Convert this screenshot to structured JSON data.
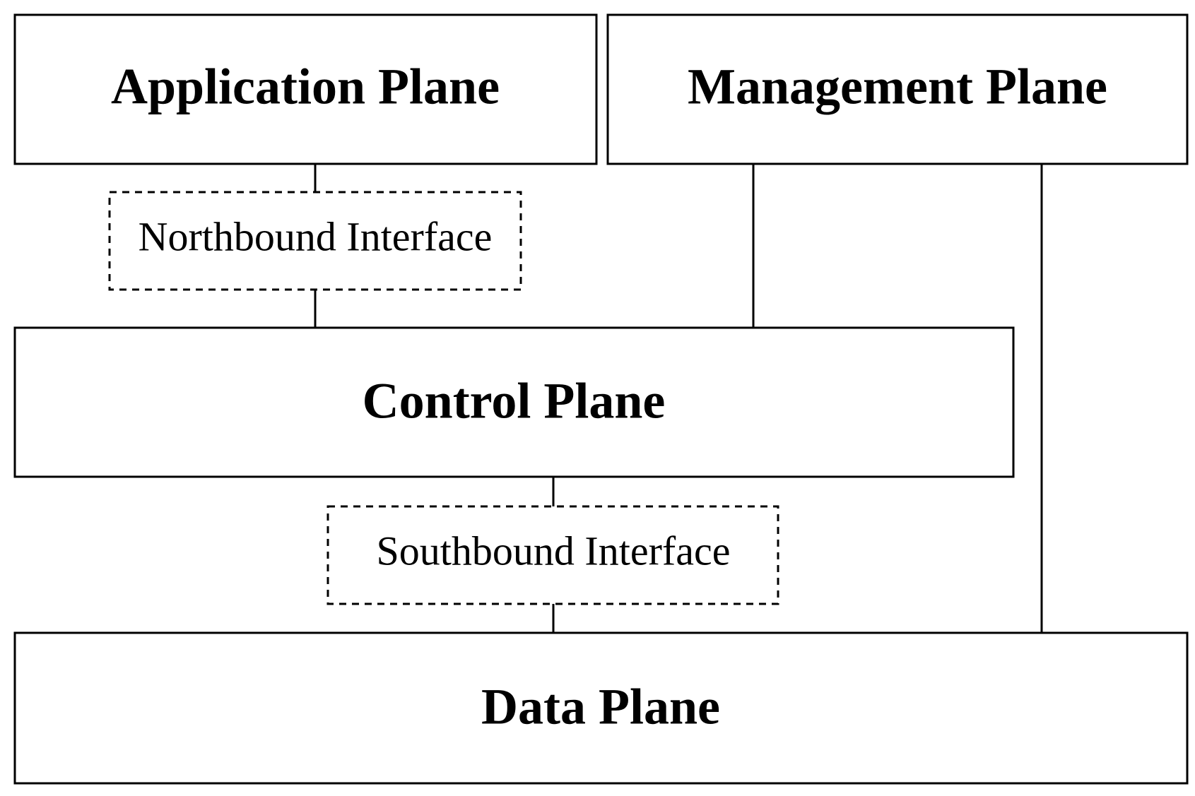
{
  "planes": {
    "application": "Application Plane",
    "management": "Management Plane",
    "control": "Control Plane",
    "data": "Data Plane"
  },
  "interfaces": {
    "northbound": "Northbound Interface",
    "southbound": "Southbound Interface"
  },
  "style": {
    "line_color": "#000000",
    "background": "#ffffff"
  }
}
